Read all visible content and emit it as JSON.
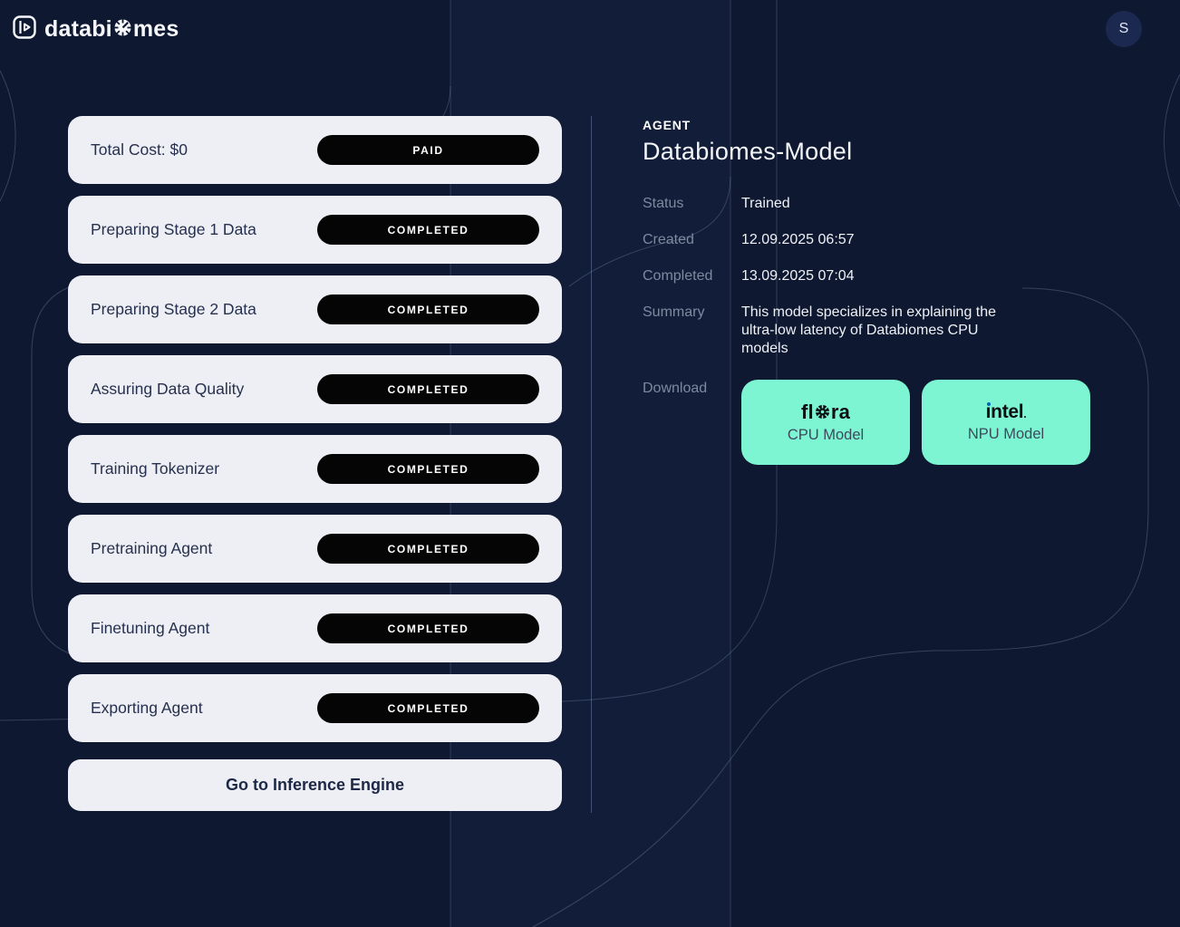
{
  "header": {
    "brand": "databiomes",
    "brand_pre": "databi",
    "brand_post": "mes",
    "avatar_initial": "S"
  },
  "pipeline": {
    "cards": [
      {
        "label": "Total Cost: $0",
        "badge": "PAID"
      },
      {
        "label": "Preparing Stage 1 Data",
        "badge": "COMPLETED"
      },
      {
        "label": "Preparing Stage 2 Data",
        "badge": "COMPLETED"
      },
      {
        "label": "Assuring Data Quality",
        "badge": "COMPLETED"
      },
      {
        "label": "Training Tokenizer",
        "badge": "COMPLETED"
      },
      {
        "label": "Pretraining Agent",
        "badge": "COMPLETED"
      },
      {
        "label": "Finetuning Agent",
        "badge": "COMPLETED"
      },
      {
        "label": "Exporting Agent",
        "badge": "COMPLETED"
      }
    ],
    "cta": "Go to Inference Engine"
  },
  "agent": {
    "eyebrow": "AGENT",
    "title": "Databiomes-Model",
    "rows": [
      {
        "label": "Status",
        "value": "Trained"
      },
      {
        "label": "Created",
        "value": "12.09.2025 06:57"
      },
      {
        "label": "Completed",
        "value": "13.09.2025 07:04"
      },
      {
        "label": "Summary",
        "value": "This model specializes in explaining the ultra-low latency of Databiomes CPU models"
      }
    ],
    "download_label": "Download",
    "downloads": [
      {
        "brand": "flora",
        "logo_pre": "fl",
        "logo_post": "ra",
        "label": "CPU Model"
      },
      {
        "brand": "intel",
        "logo_parts": {
          "i": "ı",
          "rest": "ntel",
          "period": "."
        },
        "label": "NPU Model"
      }
    ]
  },
  "colors": {
    "background": "#0e1831",
    "card": "#eeeff4",
    "badge": "#050505",
    "mint": "#7df5d2",
    "muted_label": "#7e899e",
    "intel_blue": "#0068b5"
  }
}
